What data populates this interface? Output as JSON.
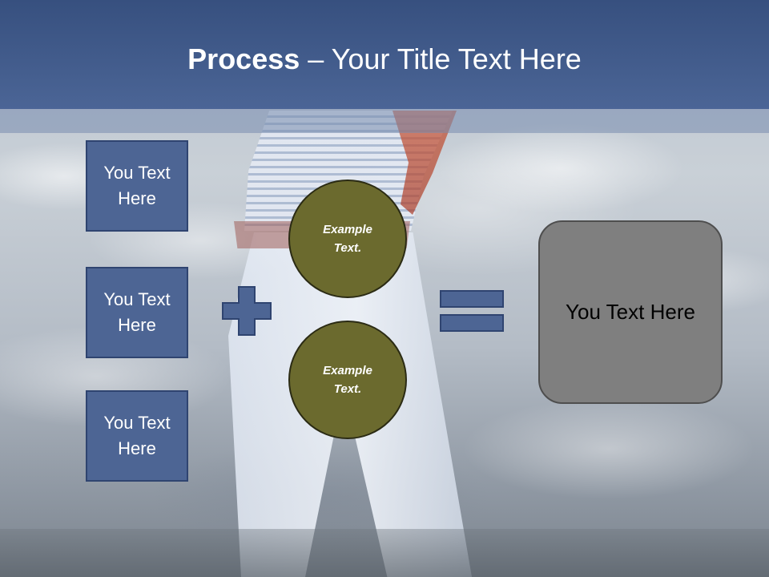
{
  "title": {
    "bold": "Process",
    "rest": " – Your Title Text Here"
  },
  "left_boxes": [
    {
      "label": "You Text Here"
    },
    {
      "label": "You Text Here"
    },
    {
      "label": "You Text Here"
    }
  ],
  "circles": [
    {
      "label": "Example Text."
    },
    {
      "label": "Example Text."
    }
  ],
  "result": {
    "label": "You Text Here"
  },
  "icons": {
    "plus": "plus-icon",
    "equals": "equals-icon"
  },
  "colors": {
    "header": "#4b6596",
    "box_fill": "#4d6594",
    "circle_fill": "#6b6a2e",
    "result_fill": "#7f7f7f"
  }
}
